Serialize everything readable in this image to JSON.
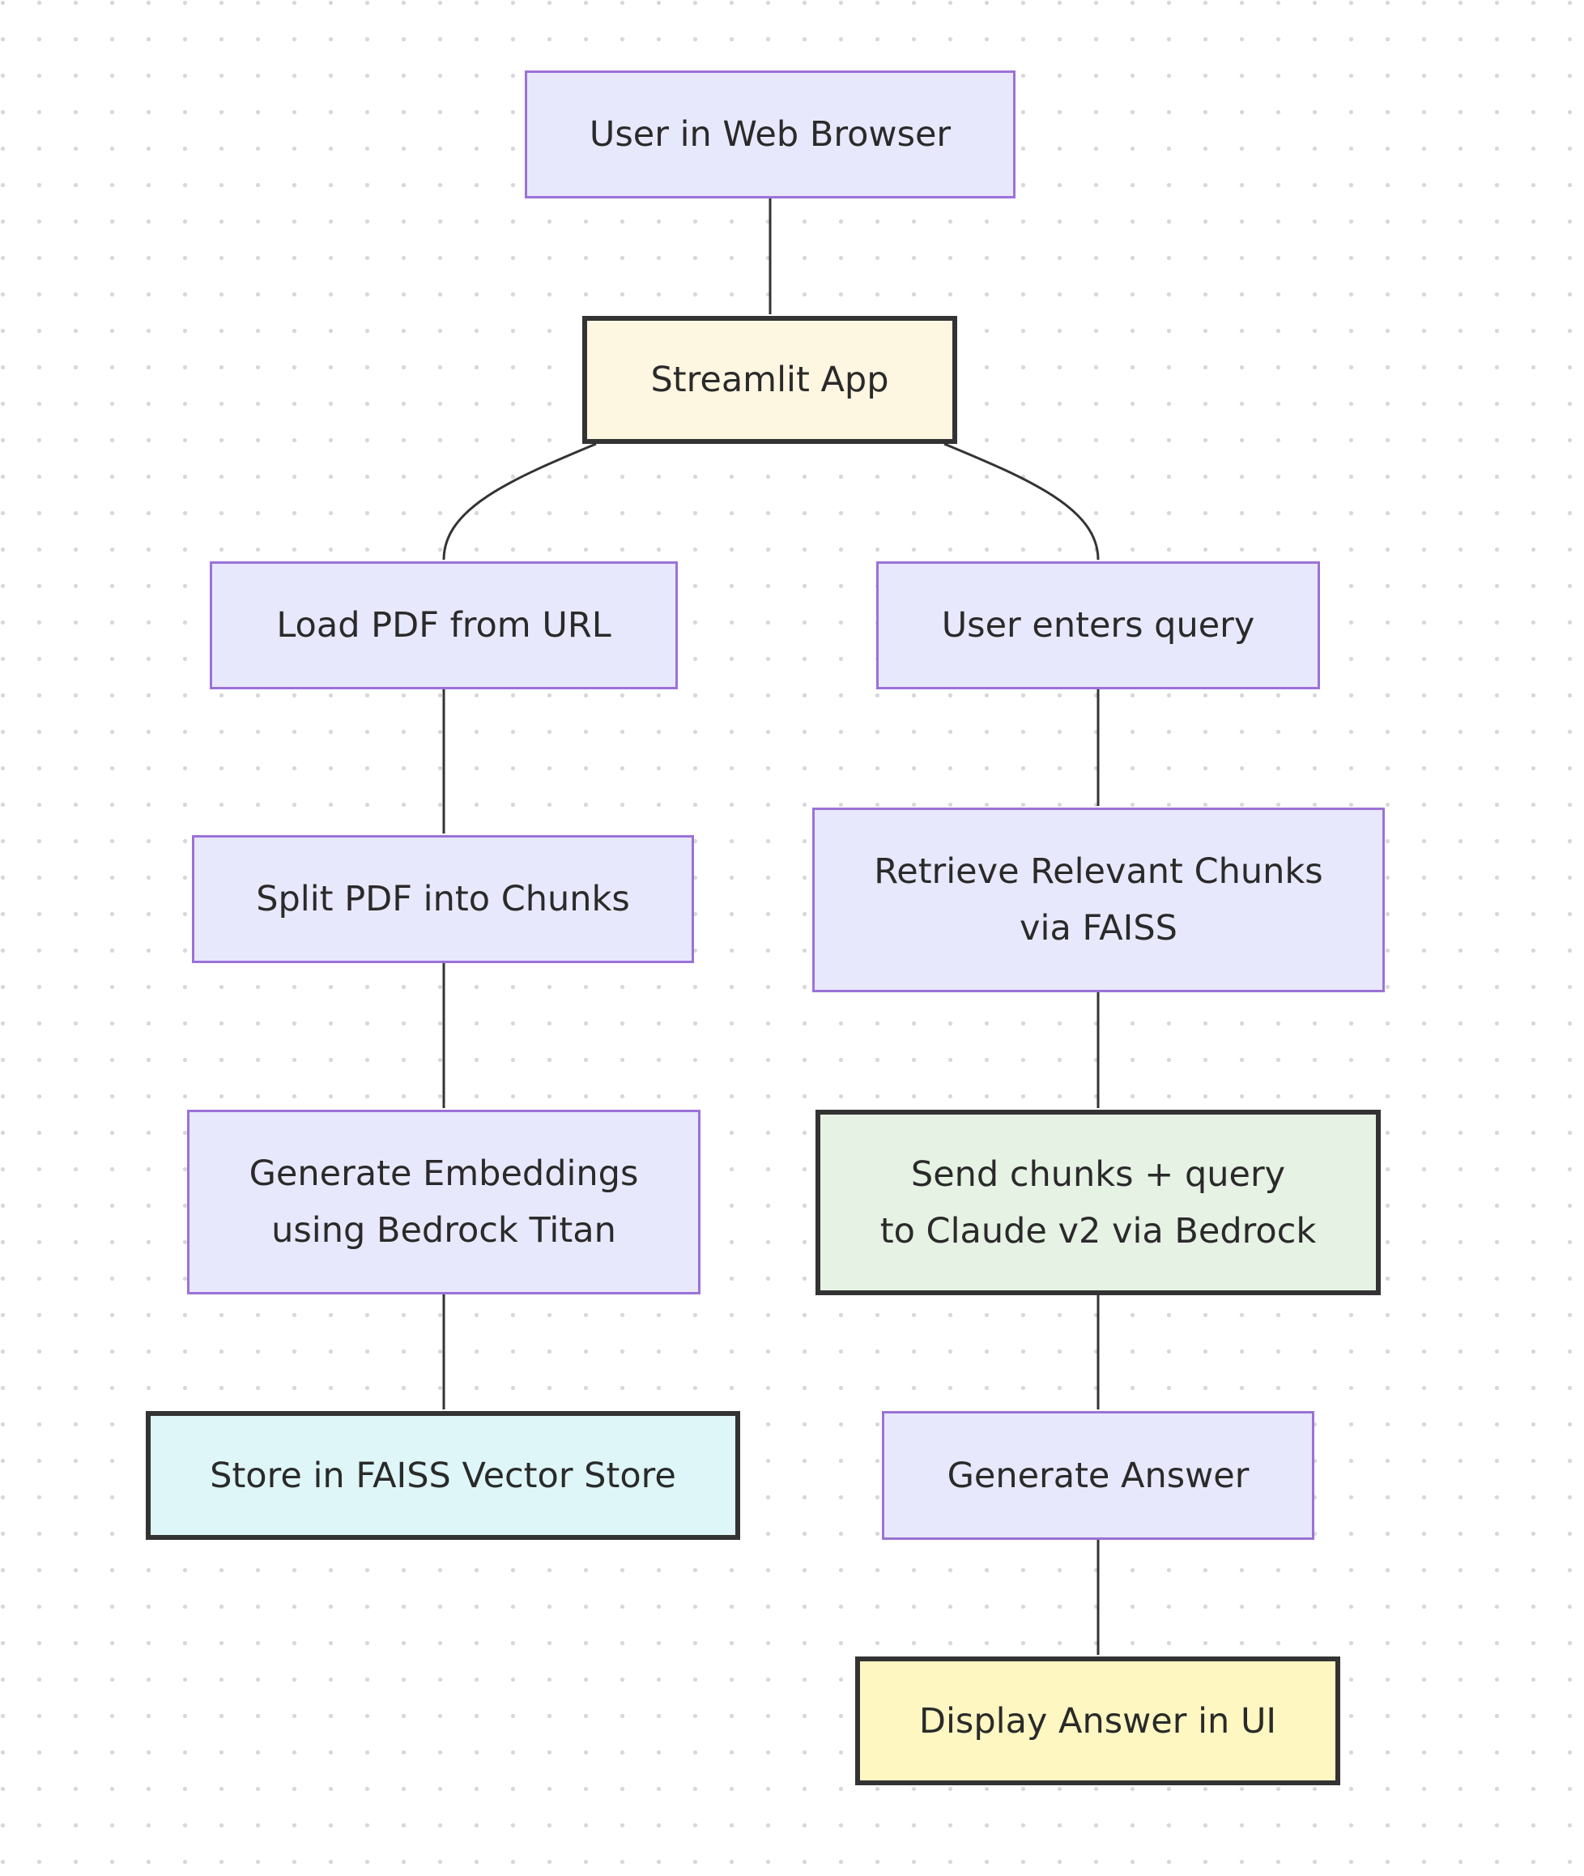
{
  "diagram": {
    "nodes": [
      {
        "id": "user_browser",
        "label": "User in Web Browser"
      },
      {
        "id": "streamlit_app",
        "label": "Streamlit App"
      },
      {
        "id": "load_pdf",
        "label": "Load PDF from URL"
      },
      {
        "id": "user_query",
        "label": "User enters query"
      },
      {
        "id": "split_pdf",
        "label": "Split PDF into Chunks"
      },
      {
        "id": "retrieve",
        "label": "Retrieve Relevant Chunks\nvia FAISS"
      },
      {
        "id": "embeddings",
        "label": "Generate Embeddings\nusing Bedrock Titan"
      },
      {
        "id": "send_claude",
        "label": "Send chunks + query\nto Claude v2 via Bedrock"
      },
      {
        "id": "store_faiss",
        "label": "Store in FAISS Vector Store"
      },
      {
        "id": "generate_answer",
        "label": "Generate Answer"
      },
      {
        "id": "display_answer",
        "label": "Display Answer in UI"
      }
    ],
    "edges": [
      {
        "from": "user_browser",
        "to": "streamlit_app"
      },
      {
        "from": "streamlit_app",
        "to": "load_pdf"
      },
      {
        "from": "streamlit_app",
        "to": "user_query"
      },
      {
        "from": "load_pdf",
        "to": "split_pdf"
      },
      {
        "from": "split_pdf",
        "to": "embeddings"
      },
      {
        "from": "embeddings",
        "to": "store_faiss"
      },
      {
        "from": "user_query",
        "to": "retrieve"
      },
      {
        "from": "retrieve",
        "to": "send_claude"
      },
      {
        "from": "send_claude",
        "to": "generate_answer"
      },
      {
        "from": "generate_answer",
        "to": "display_answer"
      }
    ],
    "colors": {
      "default_fill": "#e8e8fc",
      "default_border": "#9b72d8",
      "edge": "#333333",
      "streamlit_app_fill": "#fdf6e1",
      "send_claude_fill": "#e6f2e4",
      "store_faiss_fill": "#def6f7",
      "display_answer_fill": "#fff7c2"
    }
  }
}
